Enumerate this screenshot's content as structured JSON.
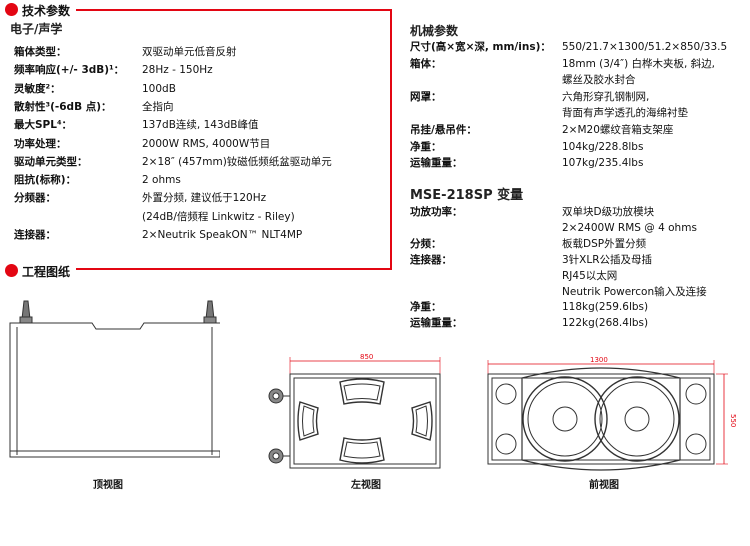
{
  "sections": {
    "tech": "技术参数",
    "drawing": "工程图纸"
  },
  "electro": {
    "heading": "电子/声学",
    "rows": [
      {
        "label": "箱体类型：",
        "value": "双驱动单元低音反射"
      },
      {
        "label": "频率响应(+/- 3dB)¹：",
        "value": "28Hz - 150Hz"
      },
      {
        "label": "灵敏度²：",
        "value": "100dB"
      },
      {
        "label": "散射性³(-6dB 点)：",
        "value": "全指向"
      },
      {
        "label": "最大SPL⁴：",
        "value": "137dB连续, 143dB峰值"
      },
      {
        "label": "功率处理：",
        "value": "2000W RMS, 4000W节目"
      },
      {
        "label": "驱动单元类型：",
        "value": "2×18″ (457mm)钕磁低频纸盆驱动单元"
      },
      {
        "label": "阻抗(标称)：",
        "value": "2 ohms"
      },
      {
        "label": "分频器：",
        "value": "外置分频, 建议低于120Hz"
      },
      {
        "label": "",
        "value": "(24dB/倍频程 Linkwitz - Riley)"
      },
      {
        "label": "连接器：",
        "value": "2×Neutrik SpeakON™ NLT4MP"
      }
    ]
  },
  "mech": {
    "heading": "机械参数",
    "rows": [
      {
        "label": "尺寸(高×宽×深, mm/ins)：",
        "value": "550/21.7×1300/51.2×850/33.5"
      },
      {
        "label": "箱体：",
        "value": "18mm (3/4″) 白桦木夹板, 斜边,"
      },
      {
        "label": "",
        "value": "螺丝及胶水封合"
      },
      {
        "label": "网罩：",
        "value": "六角形穿孔钢制网,"
      },
      {
        "label": "",
        "value": "背面有声学透孔的海绵衬垫"
      },
      {
        "label": "吊挂/悬吊件：",
        "value": "2×M20螺纹音箱支架座"
      },
      {
        "label": "净重：",
        "value": "104kg/228.8lbs"
      },
      {
        "label": "运输重量：",
        "value": "107kg/235.4lbs"
      }
    ]
  },
  "model": {
    "heading": "MSE-218SP 变量",
    "rows": [
      {
        "label": "功放功率：",
        "value": "双单块D级功放模块"
      },
      {
        "label": "",
        "value": "2×2400W RMS @ 4 ohms"
      },
      {
        "label": "分频：",
        "value": "板载DSP外置分频"
      },
      {
        "label": "连接器：",
        "value": "3针XLR公插及母插"
      },
      {
        "label": "",
        "value": "RJ45以太网"
      },
      {
        "label": "",
        "value": "Neutrik Powercon输入及连接"
      },
      {
        "label": "净重：",
        "value": "118kg(259.6lbs)"
      },
      {
        "label": "运输重量：",
        "value": "122kg(268.4lbs)"
      }
    ]
  },
  "drawings": {
    "top_caption": "顶视图",
    "left_caption": "左视图",
    "front_caption": "前视图",
    "left_width": "850",
    "front_width": "1300",
    "front_height": "550"
  },
  "colors": {
    "accent": "#e30613"
  }
}
